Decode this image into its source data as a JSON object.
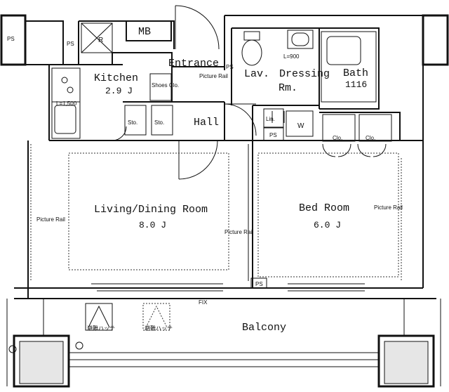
{
  "rooms": {
    "kitchen": {
      "label": "Kitchen",
      "size": "2.9 J"
    },
    "entrance": {
      "label": "Entrance"
    },
    "lav": {
      "label": "Lav."
    },
    "dressing": {
      "label": "Dressing",
      "label2": "Rm."
    },
    "bath": {
      "label": "Bath",
      "size": "1116"
    },
    "hall": {
      "label": "Hall"
    },
    "living": {
      "label": "Living/Dining Room",
      "size": "8.0 J"
    },
    "bed": {
      "label": "Bed Room",
      "size": "6.0 J"
    },
    "balcony": {
      "label": "Balcony"
    }
  },
  "fixtures": {
    "mb": "MB",
    "ps": "PS",
    "r": "R",
    "shoes": "Shoes Clo.",
    "sto": "Sto.",
    "lin": "Lin.",
    "w": "W",
    "clo": "Clo.",
    "fix": "FIX",
    "l1500": "L=1,500",
    "l900": "L=900"
  },
  "rails": {
    "picture_rail": "Picture Rail"
  },
  "vents": {
    "label": "避難ハッチ"
  }
}
